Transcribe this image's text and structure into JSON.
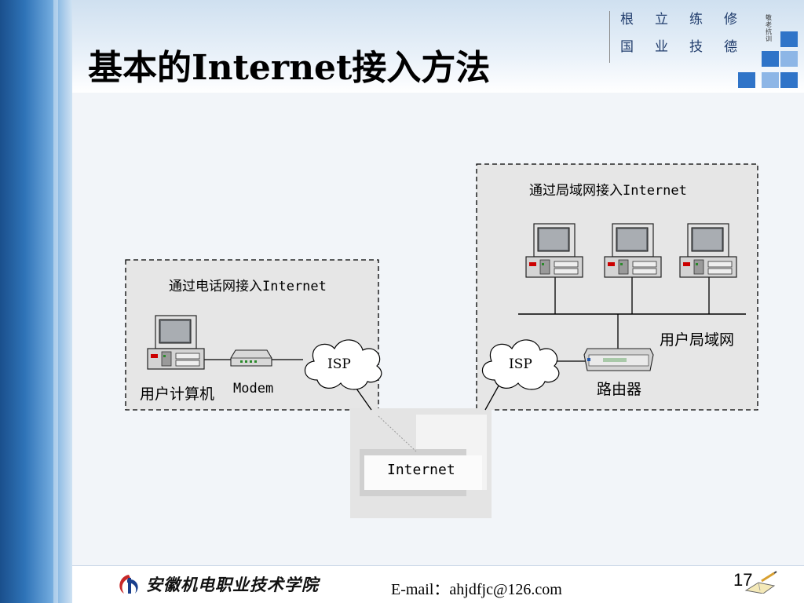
{
  "slide": {
    "title": "基本的Internet接入方法",
    "motto": {
      "row1": [
        "根",
        "立",
        "练",
        "修"
      ],
      "row2": [
        "国",
        "业",
        "技",
        "德"
      ],
      "small": "敬老抗训"
    },
    "page_number": "17",
    "footer": {
      "school_name": "安徽机电职业技术学院",
      "email": "E-mail：ahjdfjc@126.com"
    }
  },
  "diagram": {
    "phone_box_title": "通过电话网接入Internet",
    "lan_box_title": "通过局域网接入Internet",
    "user_computer": "用户计算机",
    "modem": "Modem",
    "isp_left": "ISP",
    "isp_right": "ISP",
    "router": "路由器",
    "lan": "用户局域网",
    "internet": "Internet"
  },
  "colors": {
    "accent_blue": "#2f74c8",
    "box_fill": "#e6e6e6",
    "box_border": "#000000"
  }
}
